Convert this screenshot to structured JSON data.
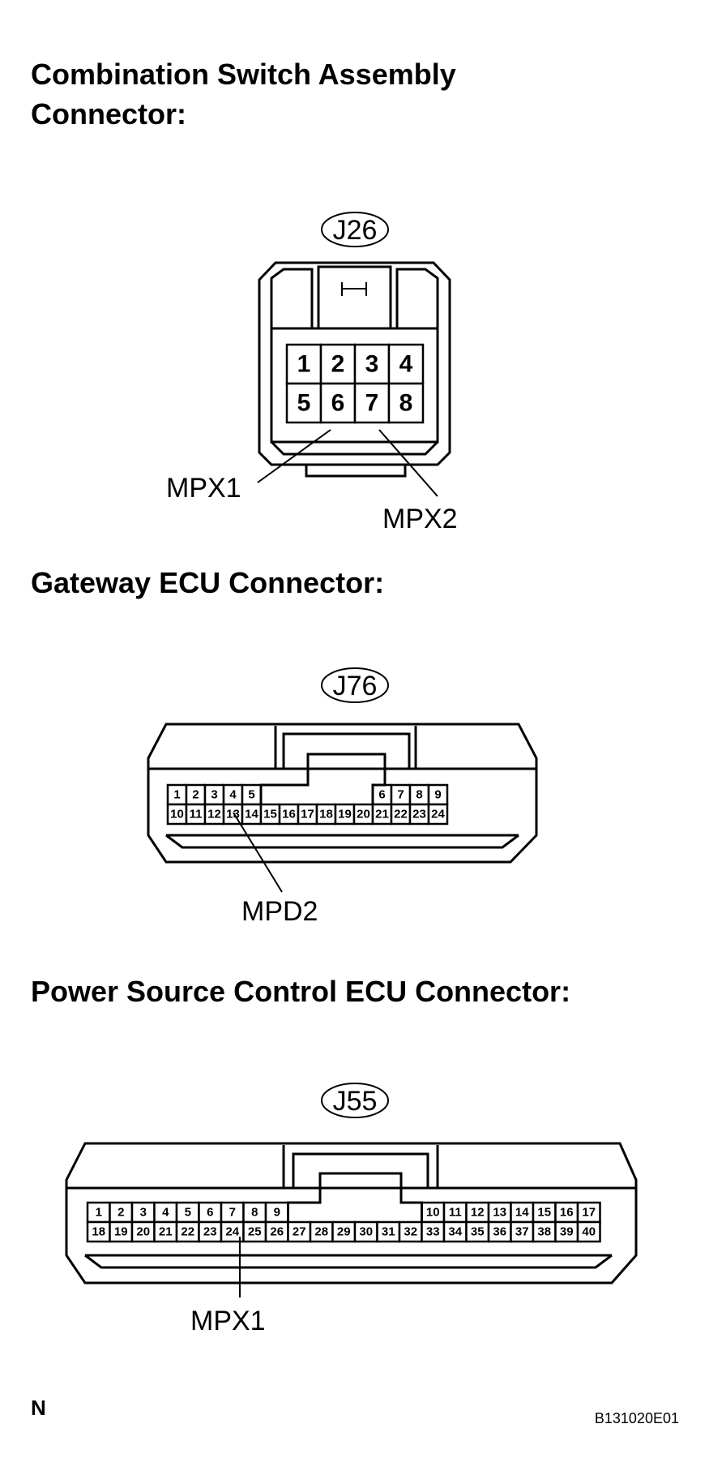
{
  "section1": {
    "title_line1": "Combination Switch Assembly",
    "title_line2": "Connector:",
    "connector_id": "J26",
    "pins_row1": [
      "1",
      "2",
      "3",
      "4"
    ],
    "pins_row2": [
      "5",
      "6",
      "7",
      "8"
    ],
    "callout_left": "MPX1",
    "callout_right": "MPX2"
  },
  "section2": {
    "title": "Gateway ECU Connector:",
    "connector_id": "J76",
    "pins_row1_left": [
      "1",
      "2",
      "3",
      "4",
      "5"
    ],
    "pins_row1_right": [
      "6",
      "7",
      "8",
      "9"
    ],
    "pins_row2": [
      "10",
      "11",
      "12",
      "13",
      "14",
      "15",
      "16",
      "17",
      "18",
      "19",
      "20",
      "21",
      "22",
      "23",
      "24"
    ],
    "callout": "MPD2"
  },
  "section3": {
    "title": "Power Source Control ECU Connector:",
    "connector_id": "J55",
    "pins_row1_left": [
      "1",
      "2",
      "3",
      "4",
      "5",
      "6",
      "7",
      "8",
      "9"
    ],
    "pins_row1_right": [
      "10",
      "11",
      "12",
      "13",
      "14",
      "15",
      "16",
      "17"
    ],
    "pins_row2": [
      "18",
      "19",
      "20",
      "21",
      "22",
      "23",
      "24",
      "25",
      "26",
      "27",
      "28",
      "29",
      "30",
      "31",
      "32",
      "33",
      "34",
      "35",
      "36",
      "37",
      "38",
      "39",
      "40"
    ],
    "callout": "MPX1"
  },
  "footer": {
    "corner_label": "N",
    "figure_id": "B131020E01"
  }
}
